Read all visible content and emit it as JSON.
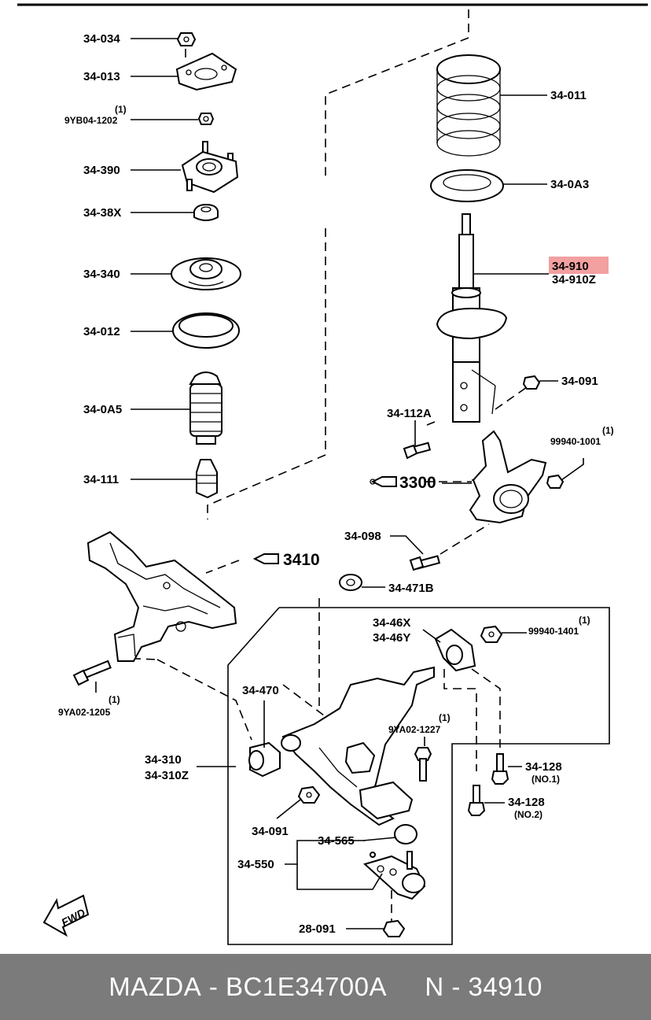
{
  "diagram": {
    "labels": {
      "p34034": "34-034",
      "p34013": "34-013",
      "p9yb04_qty": "(1)",
      "p9yb04": "9YB04-1202",
      "p34390": "34-390",
      "p3438x": "34-38X",
      "p34340": "34-340",
      "p34012": "34-012",
      "p340a5": "34-0A5",
      "p34111": "34-111",
      "p34011": "34-011",
      "p340a3": "34-0A3",
      "p34910": "34-910",
      "p34910z": "34-910Z",
      "p34091_top": "34-091",
      "p34112a": "34-112A",
      "p99940_1001_qty": "(1)",
      "p99940_1001": "99940-1001",
      "ref3300": "3300",
      "p34098": "34-098",
      "ref3410": "3410",
      "p34471b": "34-471B",
      "p3446x": "34-46X",
      "p3446y": "34-46Y",
      "p99940_1401_qty": "(1)",
      "p99940_1401": "99940-1401",
      "p34470": "34-470",
      "p9ya02_1227_qty": "(1)",
      "p9ya02_1227": "9YA02-1227",
      "p9ya02_1205_qty": "(1)",
      "p9ya02_1205": "9YA02-1205",
      "p34310": "34-310",
      "p34310z": "34-310Z",
      "p34128_1": "34-128",
      "p34128_1_note": "(NO.1)",
      "p34128_2": "34-128",
      "p34128_2_note": "(NO.2)",
      "p34091_bottom": "34-091",
      "p34565": "34-565",
      "p34550": "34-550",
      "p28091": "28-091",
      "fwd": "FWD"
    },
    "highlight_color": "#f2a0a0"
  },
  "footer": {
    "brand": "MAZDA",
    "separator1": " - ",
    "part_number": "BC1E34700A",
    "gap": "     ",
    "prefix": "N",
    "separator2": " - ",
    "catalog_number": "34910"
  }
}
